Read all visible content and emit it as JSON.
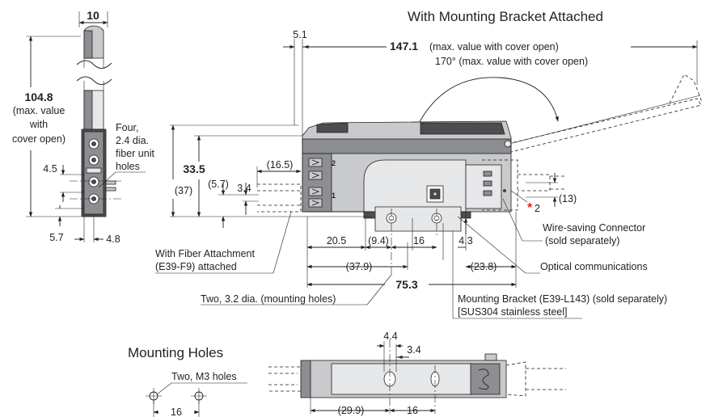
{
  "colors": {
    "line": "#231f20",
    "dark": "#4d4d4f",
    "mid": "#8c8e91",
    "light": "#c9cacc",
    "asterisk": "#e2231a"
  },
  "labels": {
    "title_bracket": "With Mounting Bracket Attached",
    "title_holes": "Mounting Holes",
    "dim_10": "10",
    "dim_104_8": "104.8",
    "max_value_1": "(max. value",
    "max_value_2": "with",
    "max_value_3": "cover open)",
    "four_1": "Four,",
    "four_2": "2.4 dia.",
    "four_3": "fiber unit",
    "four_4": "holes",
    "dim_4_5": "4.5",
    "dim_5_7": "5.7",
    "dim_4_8": "4.8",
    "dim_5_1": "5.1",
    "dim_147_1": "147.1",
    "dim_147_1_note": "(max. value with cover open)",
    "angle_170": "170° (max. value with cover open)",
    "dim_33_5": "33.5",
    "dim_37": "(37)",
    "dim_16_5": "(16.5)",
    "dim_5_7p": "(5.7)",
    "dim_3_4": "3.4",
    "dim_13": "(13)",
    "asterisk": "*",
    "note_2": "2",
    "ch_2": "2",
    "ch_1": "1",
    "wire_1": "Wire-saving Connector",
    "wire_2": "(sold separately)",
    "fiber_1": "With Fiber Attachment",
    "fiber_2": "(E39-F9) attached",
    "dim_20_5": "20.5",
    "dim_9_4": "(9.4)",
    "dim_16": "16",
    "dim_4_3": "4.3",
    "dim_37_9": "(37.9)",
    "dim_23_8": "(23.8)",
    "optical": "Optical communications",
    "dim_75_3": "75.3",
    "two_holes": "Two, 3.2 dia. (mounting holes)",
    "bracket_1": "Mounting Bracket (E39-L143) (sold separately)",
    "bracket_2": "[SUS304 stainless steel]",
    "two_m3": "Two, M3 holes",
    "dim_16_holes": "16",
    "dim_4_4": "4.4",
    "dim_3_4b": "3.4",
    "dim_29_9": "(29.9)",
    "dim_16b": "16"
  }
}
